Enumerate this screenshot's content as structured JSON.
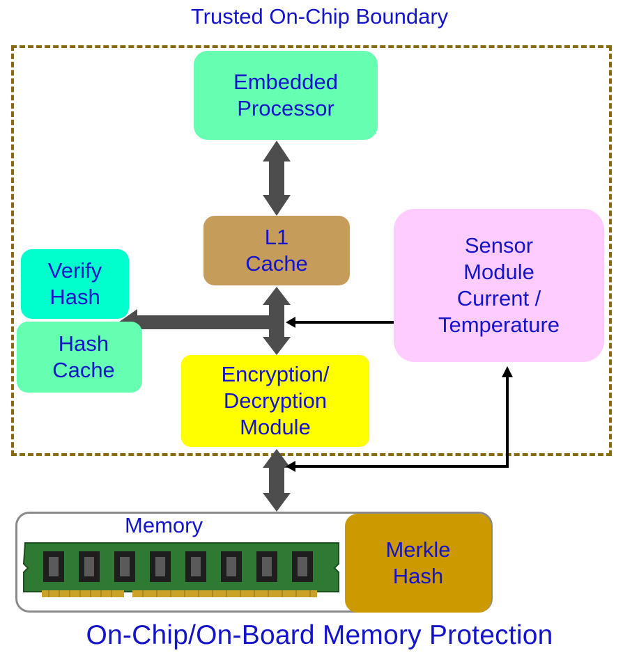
{
  "diagram": {
    "title_top": "Trusted On-Chip Boundary",
    "title_bottom": "On-Chip/On-Board Memory Protection",
    "nodes": {
      "processor": "Embedded\nProcessor",
      "l1_cache": "L1\nCache",
      "sensor": "Sensor\nModule\nCurrent /\nTemperature",
      "verify_hash": "Verify\nHash",
      "hash_cache": "Hash\nCache",
      "enc_dec": "Encryption/\nDecryption\nModule",
      "memory": "Memory",
      "merkle_hash": "Merkle\nHash"
    },
    "colors": {
      "text": "#1414c8",
      "boundary": "#8b6914",
      "processor": "#66ffb2",
      "l1_cache": "#c69c5a",
      "sensor": "#ffccff",
      "enc_dec": "#ffff00",
      "verify_hash": "#00ffcc",
      "hash_cache": "#66ffb2",
      "merkle_hash": "#cc9900",
      "thick_arrow": "#4d4d4d",
      "thin_arrow": "#000000"
    }
  }
}
